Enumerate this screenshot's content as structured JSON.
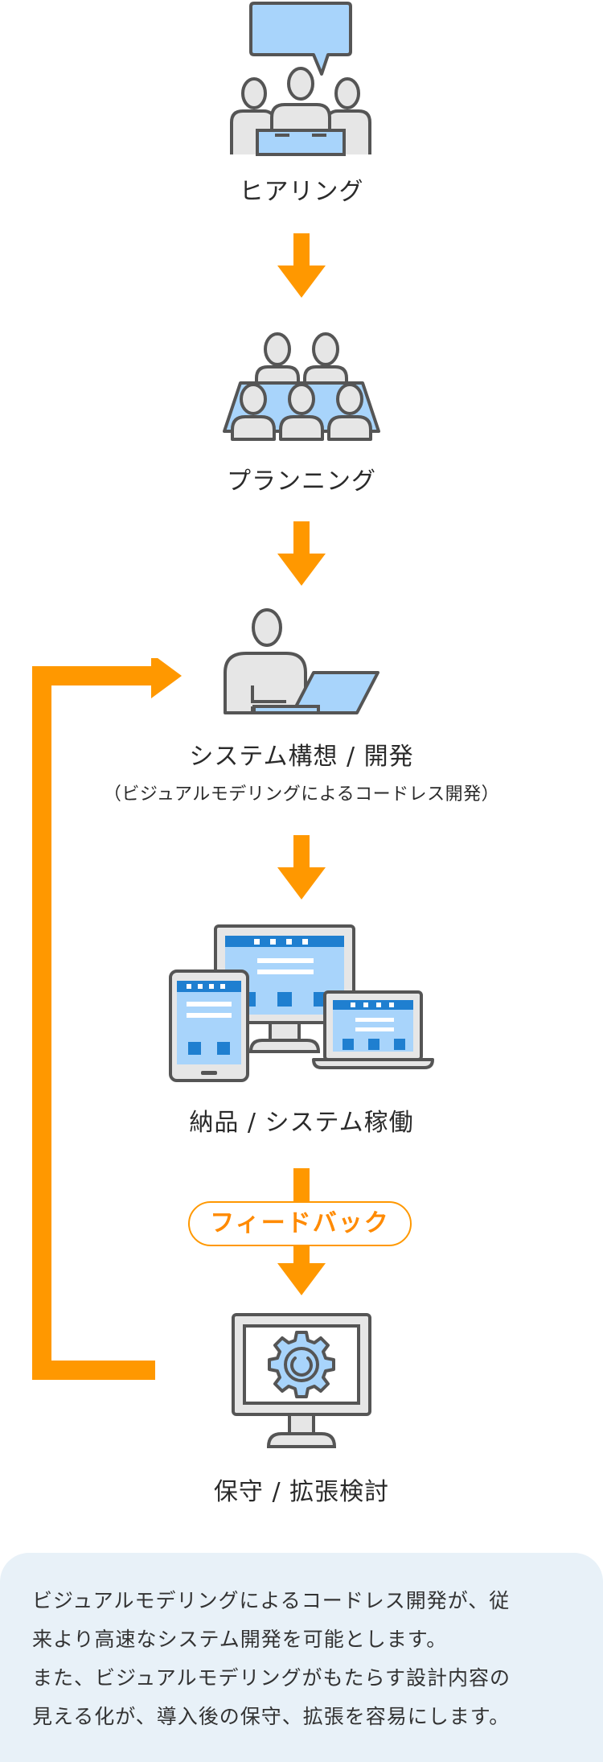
{
  "steps": [
    {
      "label": "ヒアリング",
      "icon": "meeting-speech-icon"
    },
    {
      "label": "プランニング",
      "icon": "planning-table-icon"
    },
    {
      "label": "システム構想 / 開発",
      "sublabel": "（ビジュアルモデリングによるコードレス開発）",
      "icon": "developer-laptop-icon"
    },
    {
      "label": "納品 / システム稼働",
      "icon": "multi-device-icon"
    },
    {
      "label": "保守 / 拡張検討",
      "icon": "monitor-gear-icon"
    }
  ],
  "feedback_label": "フィードバック",
  "summary": {
    "lines": [
      "ビジュアルモデリングによるコードレス開発が、従",
      "来より高速なシステム開発を可能とします。",
      "また、ビジュアルモデリングがもたらす設計内容の",
      "見える化が、導入後の保守、拡張を容易にします。"
    ]
  },
  "colors": {
    "arrow": "#ff9800",
    "icon_outline": "#555555",
    "icon_fill_blue": "#a8d4fb",
    "icon_fill_gray": "#e6e6e6",
    "screen_blue": "#1f7fd0",
    "summary_bg": "#e8f1f8"
  }
}
